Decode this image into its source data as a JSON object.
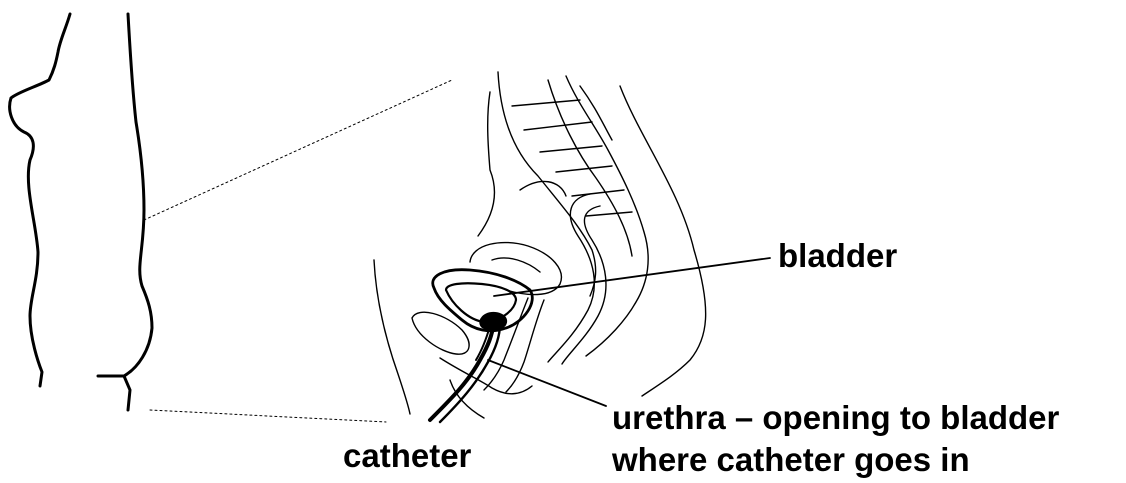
{
  "labels": {
    "bladder": "bladder",
    "urethra_line1": "urethra – opening to bladder",
    "urethra_line2": "where catheter goes in",
    "catheter": "catheter"
  },
  "colors": {
    "ink": "#000000",
    "background": "#ffffff"
  }
}
